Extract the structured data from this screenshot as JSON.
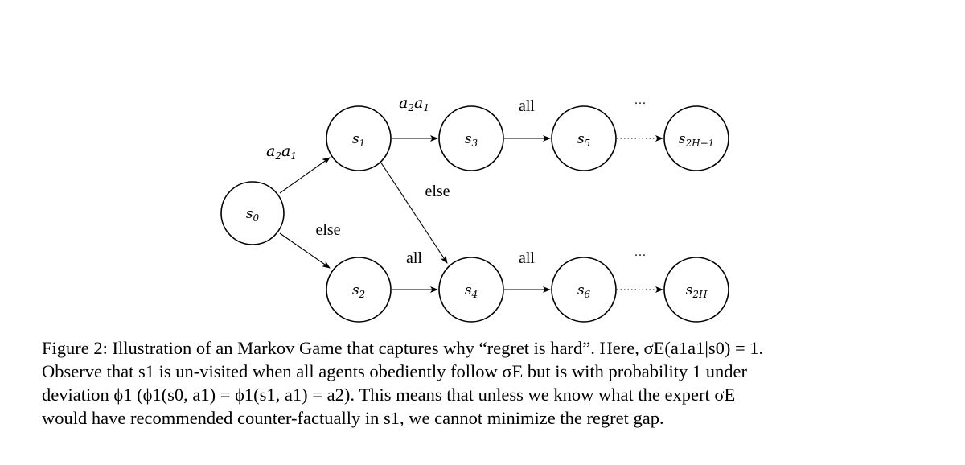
{
  "diagram": {
    "nodes": [
      {
        "id": "s0",
        "label": "s0"
      },
      {
        "id": "s1",
        "label": "s1"
      },
      {
        "id": "s2",
        "label": "s2"
      },
      {
        "id": "s3",
        "label": "s3"
      },
      {
        "id": "s4",
        "label": "s4"
      },
      {
        "id": "s5",
        "label": "s5"
      },
      {
        "id": "s6",
        "label": "s6"
      },
      {
        "id": "s2Hm1",
        "label": "s2H−1"
      },
      {
        "id": "s2H",
        "label": "s2H"
      }
    ],
    "edges": [
      {
        "from": "s0",
        "to": "s1",
        "label": "a2a1",
        "style": "solid"
      },
      {
        "from": "s0",
        "to": "s2",
        "label": "else",
        "style": "solid"
      },
      {
        "from": "s1",
        "to": "s3",
        "label": "a2a1",
        "style": "solid"
      },
      {
        "from": "s1",
        "to": "s4",
        "label": "else",
        "style": "solid"
      },
      {
        "from": "s2",
        "to": "s4",
        "label": "all",
        "style": "solid"
      },
      {
        "from": "s3",
        "to": "s5",
        "label": "all",
        "style": "solid"
      },
      {
        "from": "s4",
        "to": "s6",
        "label": "all",
        "style": "solid"
      },
      {
        "from": "s5",
        "to": "s2Hm1",
        "label": "···",
        "style": "dotted"
      },
      {
        "from": "s6",
        "to": "s2H",
        "label": "···",
        "style": "dotted"
      }
    ]
  },
  "caption": {
    "line1": "Figure 2: Illustration of an Markov Game that captures why “regret is hard”. Here, σE(a1a1|s0) = 1.",
    "line2": "Observe that s1 is un-visited when all agents obediently follow σE but is with probability 1 under",
    "line3": "deviation ϕ1 (ϕ1(s0, a1) = ϕ1(s1, a1) = a2). This means that unless we know what the expert σE",
    "line4": "would have recommended counter-factually in s1, we cannot minimize the regret gap."
  }
}
